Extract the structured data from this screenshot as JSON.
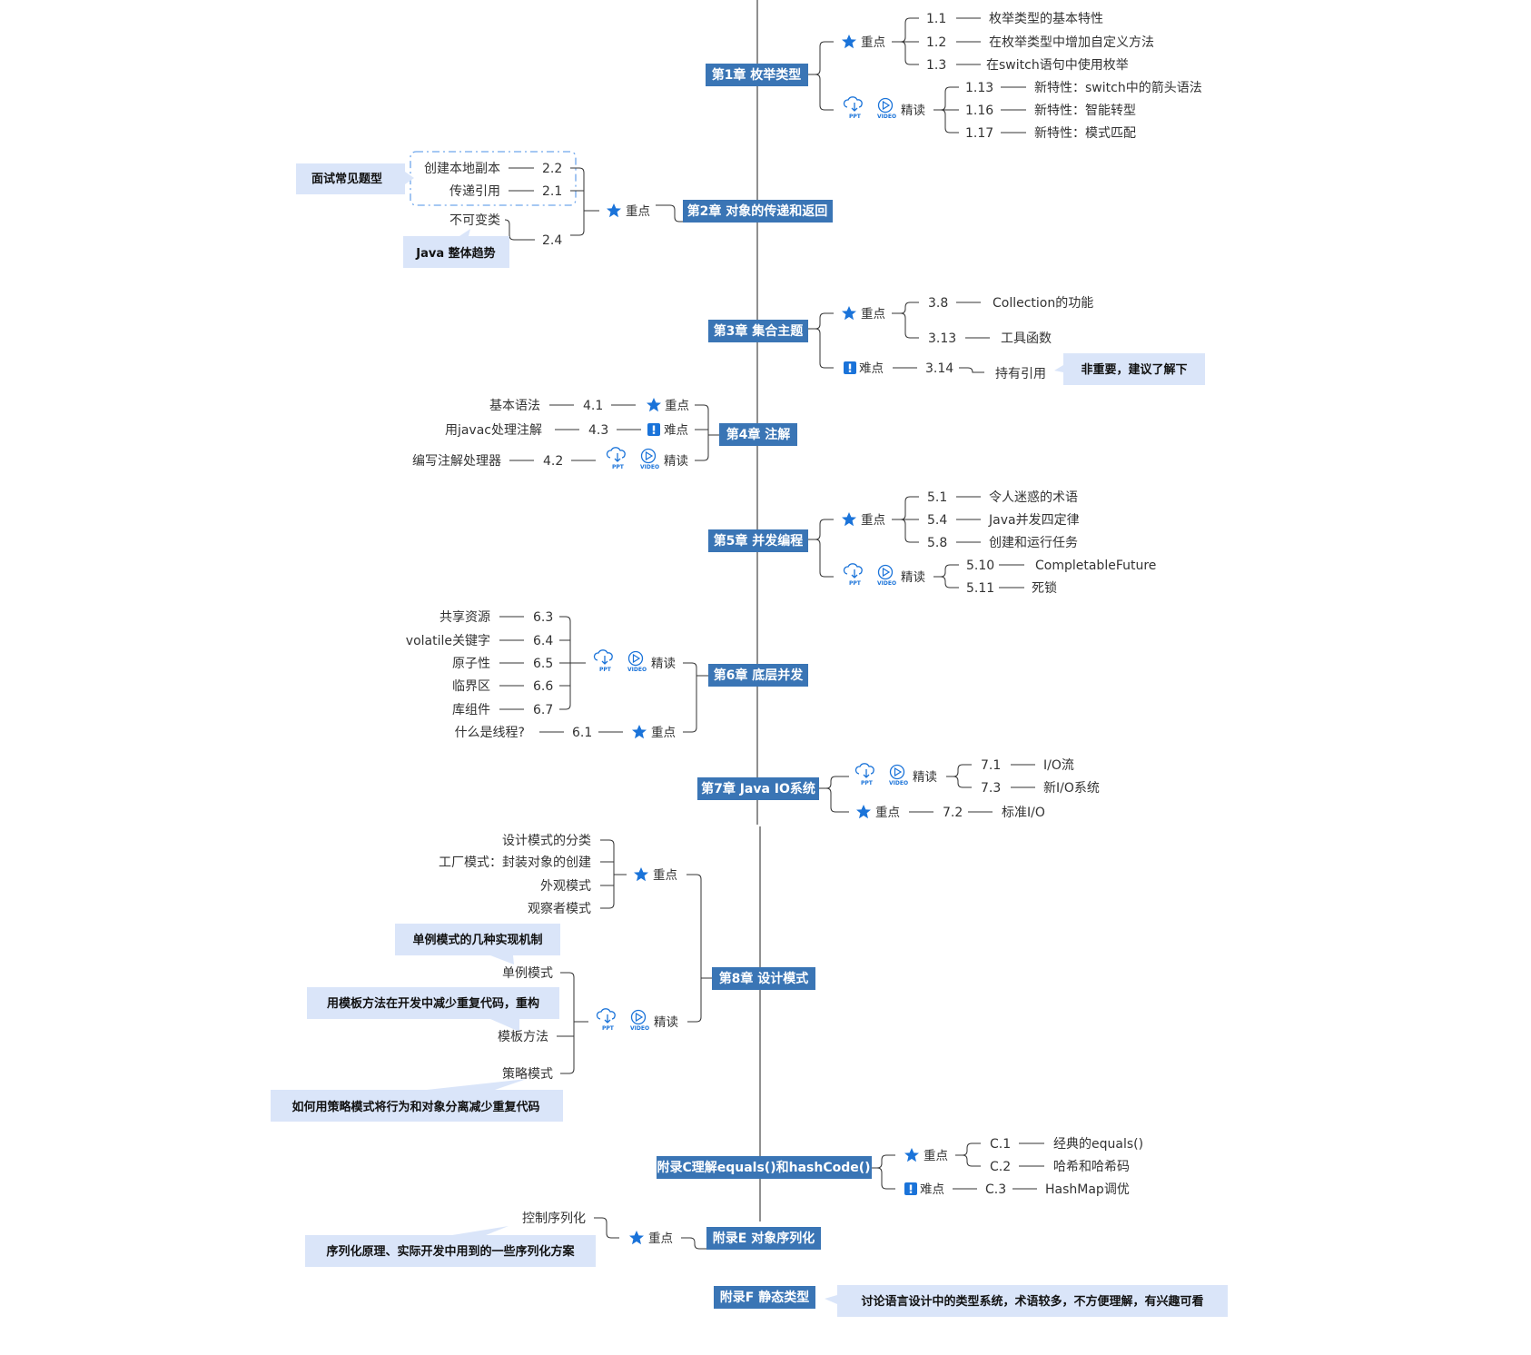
{
  "icons": {
    "star": "star-icon",
    "alert": "exclamation-icon",
    "ppt": "ppt-cloud-icon",
    "video": "video-play-icon"
  },
  "colors": {
    "chapter_bg": "#3a75b5",
    "callout_bg": "#dae5f9",
    "accent": "#1a73d9",
    "dashed": "#6fa6ec"
  },
  "tags": {
    "key": "重点",
    "hard": "难点",
    "read": "精读",
    "ppt": "PPT",
    "video": "VIDEO"
  },
  "chapters": {
    "ch1": "第1章 枚举类型",
    "ch2": "第2章 对象的传递和返回",
    "ch3": "第3章 集合主题",
    "ch4": "第4章 注解",
    "ch5": "第5章 并发编程",
    "ch6": "第6章 底层并发",
    "ch7": "第7章 Java IO系统",
    "ch8": "第8章 设计模式",
    "appC": "附录C理解equals()和hashCode()",
    "appE": "附录E 对象序列化",
    "appF": "附录F 静态类型"
  },
  "ch1": {
    "key": [
      [
        "1.1",
        "枚举类型的基本特性"
      ],
      [
        "1.2",
        "在枚举类型中增加自定义方法"
      ],
      [
        "1.3",
        "在switch语句中使用枚举"
      ]
    ],
    "read": [
      [
        "1.13",
        "新特性：switch中的箭头语法"
      ],
      [
        "1.16",
        "新特性：智能转型"
      ],
      [
        "1.17",
        "新特性：模式匹配"
      ]
    ]
  },
  "ch2": {
    "items": [
      [
        "创建本地副本",
        "2.2"
      ],
      [
        "传递引用",
        "2.1"
      ],
      [
        "不可变类",
        "2.4"
      ]
    ],
    "callout_left": "面试常见题型",
    "callout_bottom": "Java 整体趋势"
  },
  "ch3": {
    "key": [
      [
        "3.8",
        "Collection的功能"
      ],
      [
        "3.13",
        "工具函数"
      ]
    ],
    "hard": [
      "3.14",
      "持有引用"
    ],
    "callout": "非重要，建议了解下"
  },
  "ch4": {
    "key": [
      "基本语法",
      "4.1"
    ],
    "hard": [
      "用javac处理注解",
      "4.3"
    ],
    "read": [
      "编写注解处理器",
      "4.2"
    ]
  },
  "ch5": {
    "key": [
      [
        "5.1",
        "令人迷惑的术语"
      ],
      [
        "5.4",
        "Java并发四定律"
      ],
      [
        "5.8",
        "创建和运行任务"
      ]
    ],
    "read": [
      [
        "5.10",
        "CompletableFuture"
      ],
      [
        "5.11",
        "死锁"
      ]
    ]
  },
  "ch6": {
    "read": [
      [
        "共享资源",
        "6.3"
      ],
      [
        "volatile关键字",
        "6.4"
      ],
      [
        "原子性",
        "6.5"
      ],
      [
        "临界区",
        "6.6"
      ],
      [
        "库组件",
        "6.7"
      ]
    ],
    "key": [
      "什么是线程?",
      "6.1"
    ]
  },
  "ch7": {
    "read": [
      [
        "7.1",
        "I/O流"
      ],
      [
        "7.3",
        "新I/O系统"
      ]
    ],
    "key": [
      "7.2",
      "标准I/O"
    ]
  },
  "ch8": {
    "key": [
      "设计模式的分类",
      "工厂模式：封装对象的创建",
      "外观模式",
      "观察者模式"
    ],
    "read": [
      "单例模式",
      "模板方法",
      "策略模式"
    ],
    "callouts": [
      "单例模式的几种实现机制",
      "用模板方法在开发中减少重复代码，重构",
      "如何用策略模式将行为和对象分离减少重复代码"
    ]
  },
  "appC": {
    "key": [
      [
        "C.1",
        "经典的equals()"
      ],
      [
        "C.2",
        "哈希和哈希码"
      ]
    ],
    "hard": [
      "C.3",
      "HashMap调优"
    ]
  },
  "appE": {
    "key": "控制序列化",
    "callout": "序列化原理、实际开发中用到的一些序列化方案"
  },
  "appF": {
    "callout": "讨论语言设计中的类型系统，术语较多，不方便理解，有兴趣可看"
  }
}
